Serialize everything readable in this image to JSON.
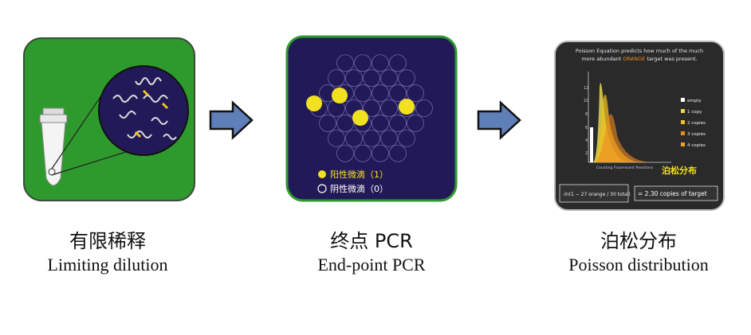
{
  "panels": [
    {
      "id": "limiting-dilution",
      "title_zh": "有限稀释",
      "title_en": "Limiting dilution",
      "bg_color": "#2e9a2e"
    },
    {
      "id": "end-point-pcr",
      "title_zh": "终点 PCR",
      "title_en": "End-point PCR",
      "bg_color": "#221a58",
      "legend": [
        {
          "label": "阳性微滴（1）",
          "color": "#f2e11e"
        },
        {
          "label": "阴性微滴（0）",
          "color": "#ffffff"
        }
      ]
    },
    {
      "id": "poisson-distribution",
      "title_zh": "泊松分布",
      "title_en": "Poisson distribution",
      "header_line1": "Poisson Equation predicts how much of the much",
      "header_line2_pre": "more abundant",
      "header_highlight": "ORANGE",
      "header_line2_post": "target was present.",
      "overlay_label": "泊松分布",
      "x_caption": "Counting Fluorescent Reactions",
      "equation": "-ln(1 − 27 orange / 30 total)",
      "result": "= 2.30 copies of target",
      "legend": [
        {
          "label": "empty",
          "color": "#ffffff"
        },
        {
          "label": "1 copy",
          "color": "#e8d84a"
        },
        {
          "label": "2 copies",
          "color": "#f0c020"
        },
        {
          "label": "3 copies",
          "color": "#f08a20"
        },
        {
          "label": "4 copies",
          "color": "#f0a030"
        }
      ]
    }
  ],
  "colors": {
    "arrow_fill": "#5f7fb8",
    "arrow_stroke": "#111111",
    "droplet_positive": "#f2e11e"
  }
}
